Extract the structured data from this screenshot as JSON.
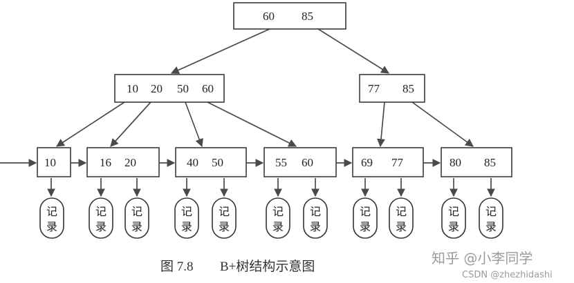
{
  "diagram": {
    "root": {
      "keys": [
        "60",
        "85"
      ]
    },
    "internal": [
      {
        "keys": [
          "10",
          "20",
          "50",
          "60"
        ]
      },
      {
        "keys": [
          "77",
          "85"
        ]
      }
    ],
    "leaves": [
      {
        "keys": [
          "10"
        ]
      },
      {
        "keys": [
          "16",
          "20"
        ]
      },
      {
        "keys": [
          "40",
          "50"
        ]
      },
      {
        "keys": [
          "55",
          "60"
        ]
      },
      {
        "keys": [
          "69",
          "77"
        ]
      },
      {
        "keys": [
          "80",
          "85"
        ]
      }
    ],
    "record_label_top": "记",
    "record_label_bottom": "录"
  },
  "caption": {
    "figure": "图 7.8",
    "title": "B+树结构示意图"
  },
  "watermark": {
    "zhihu": "知乎 @小李同学",
    "csdn": "CSDN @zhezhidashi"
  }
}
